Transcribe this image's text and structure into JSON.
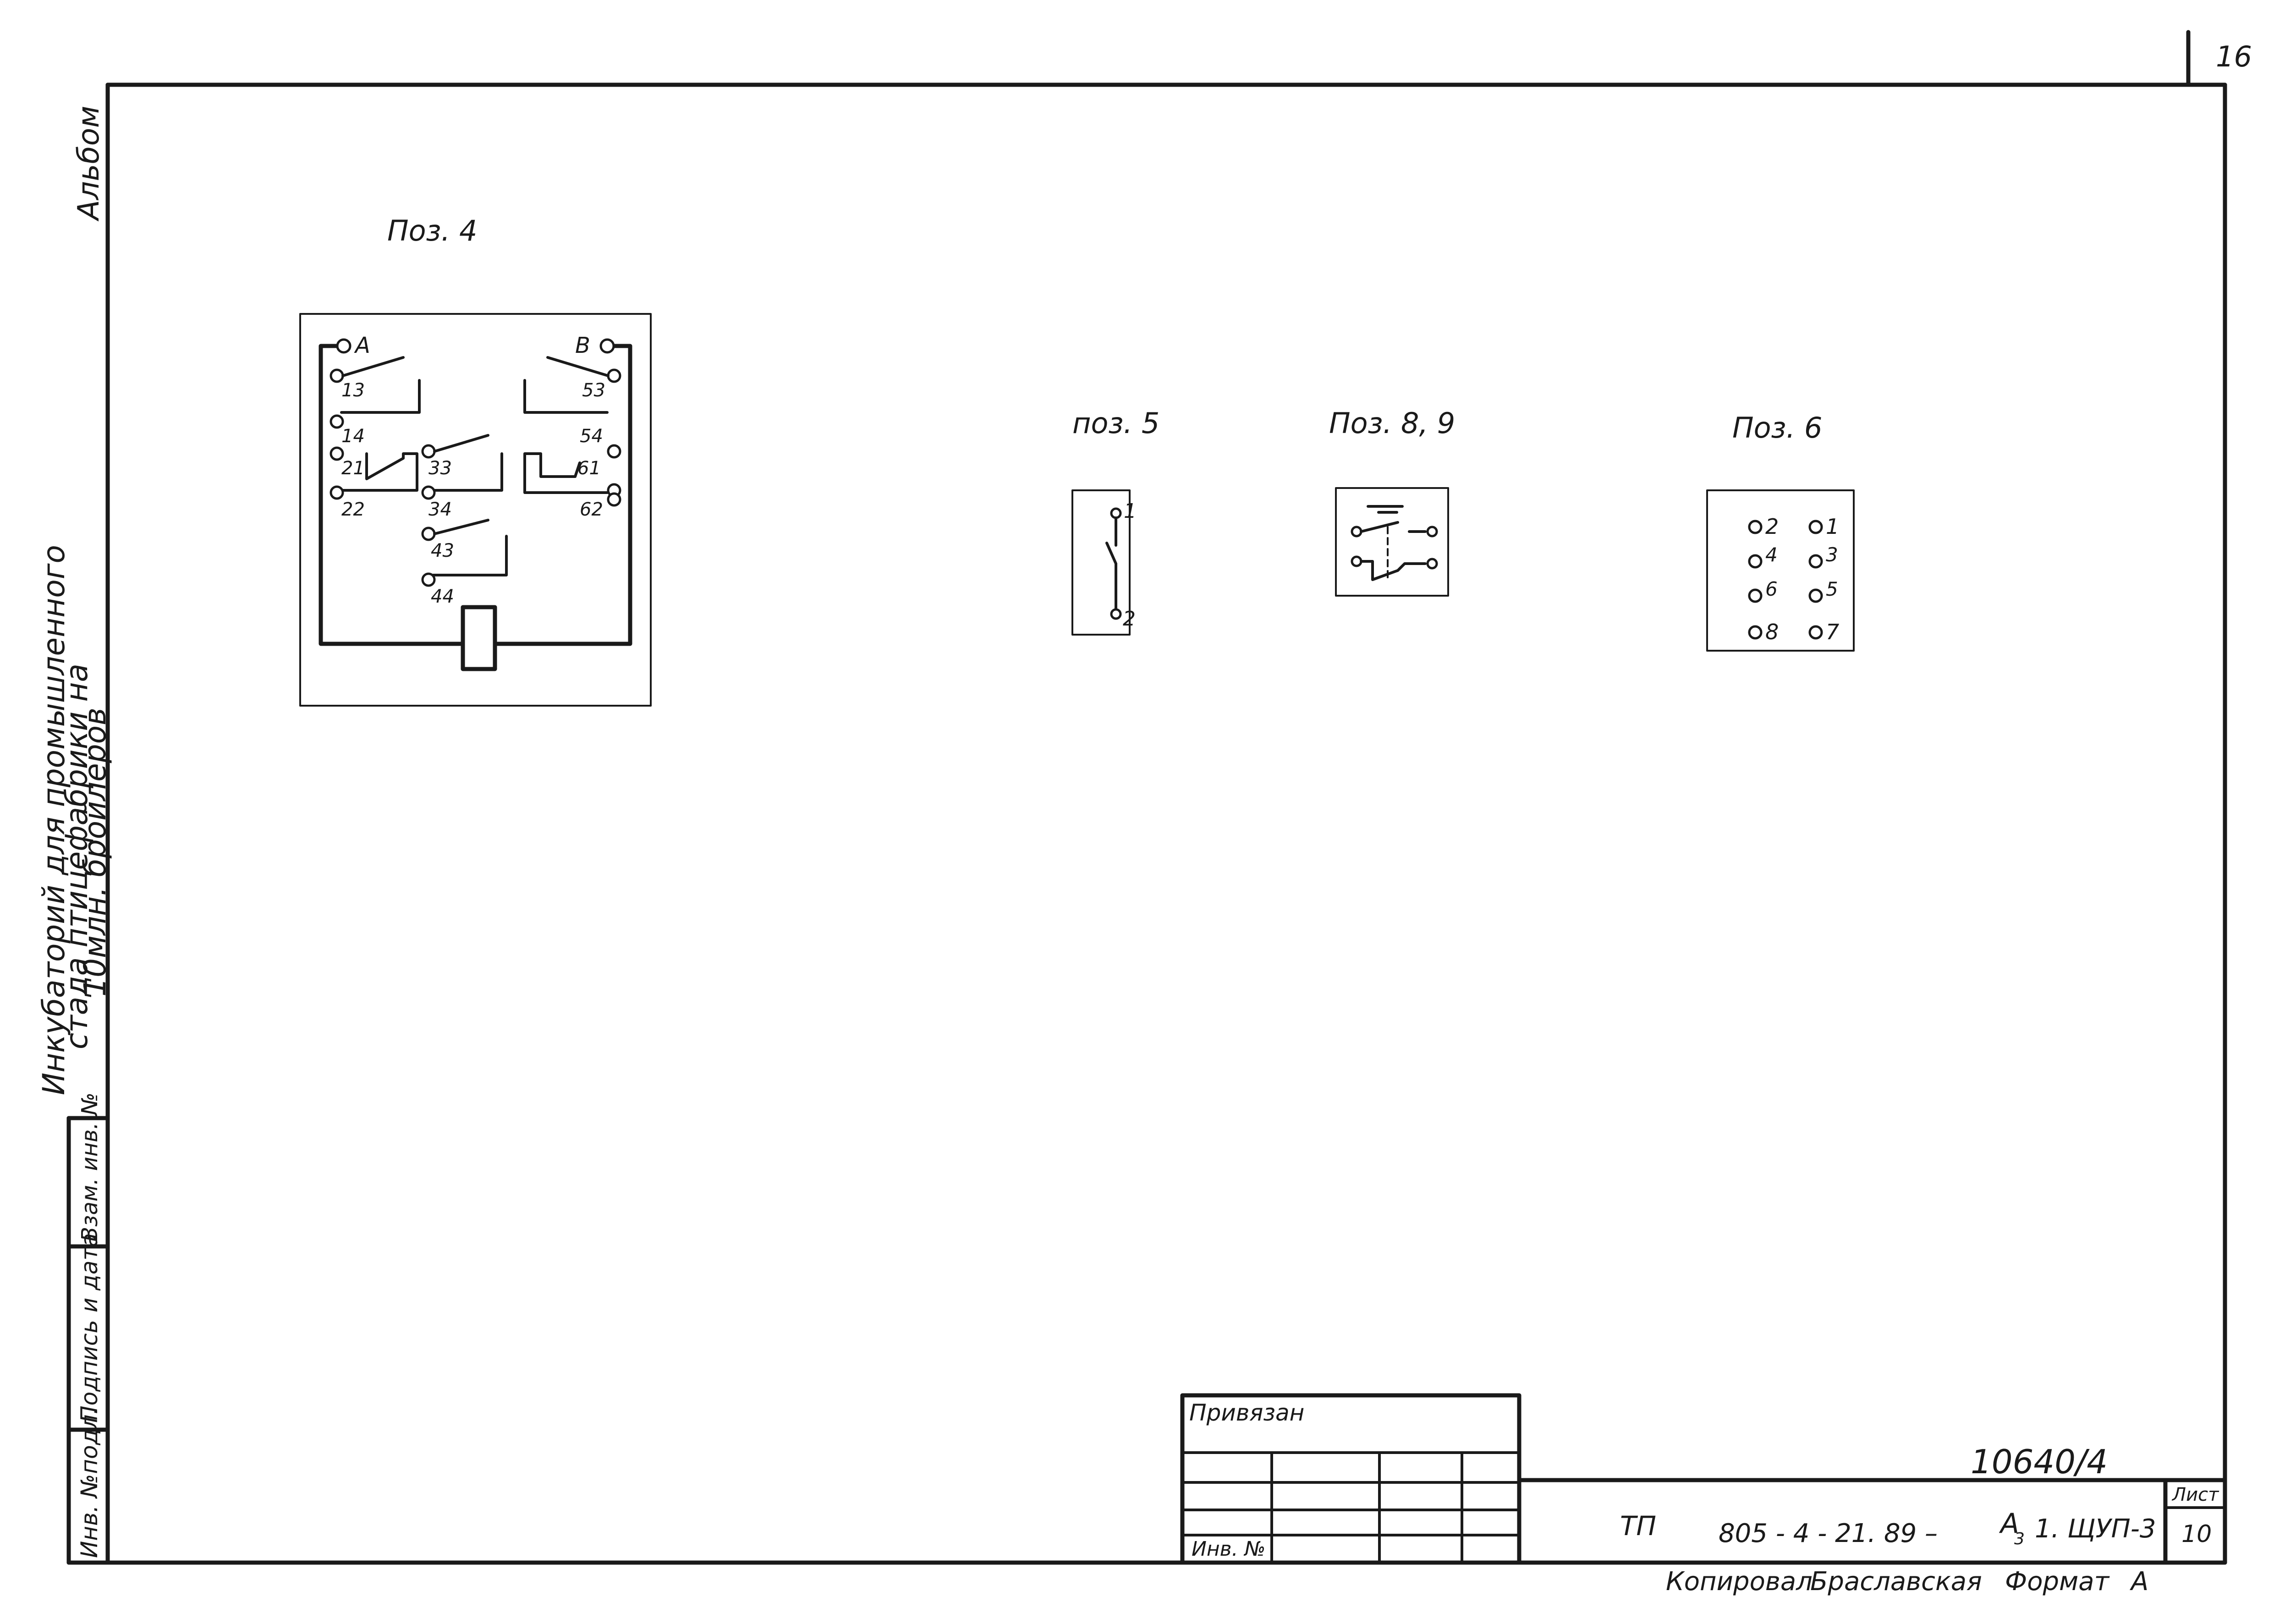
{
  "sheet_corner_number": "16",
  "side_panel": {
    "album_label": "Альбом",
    "project_title": [
      "Инкубаторий для промышленного",
      "стада птицефабрики на",
      "10млн. бройлеров"
    ],
    "stamp_cells": [
      "Инв. №подл.",
      "Подпись и дата",
      "Взам. инв. №"
    ]
  },
  "diagrams": {
    "pos4": {
      "title": "Поз. 4",
      "terminals": {
        "A": "A",
        "B": "B"
      },
      "contacts": [
        "13",
        "14",
        "21",
        "22",
        "33",
        "34",
        "43",
        "44",
        "53",
        "54",
        "61",
        "62"
      ]
    },
    "pos5": {
      "title": "поз. 5",
      "pins": [
        "1",
        "2"
      ]
    },
    "pos89": {
      "title": "Поз. 8, 9"
    },
    "pos6": {
      "title": "Поз. 6",
      "pins": [
        "2",
        "1",
        "4",
        "3",
        "6",
        "5",
        "8",
        "7"
      ]
    }
  },
  "binding_block": {
    "title": "Привязан",
    "inv_label": "Инв. №"
  },
  "title_block": {
    "handwritten_number": "10640/4",
    "sheet_label": "Лист",
    "code_prefix": "ТП",
    "code_main": "805 - 4 - 21. 89  –",
    "code_suffix_a": "А",
    "code_suffix_sub": "3",
    "code_suffix_b": "1. ЩУП-3",
    "sheet_number": "10"
  },
  "footer": {
    "copied_by": "Копировал",
    "copier_name": "Браславская",
    "format_label": "Формат",
    "format_value": "А"
  }
}
